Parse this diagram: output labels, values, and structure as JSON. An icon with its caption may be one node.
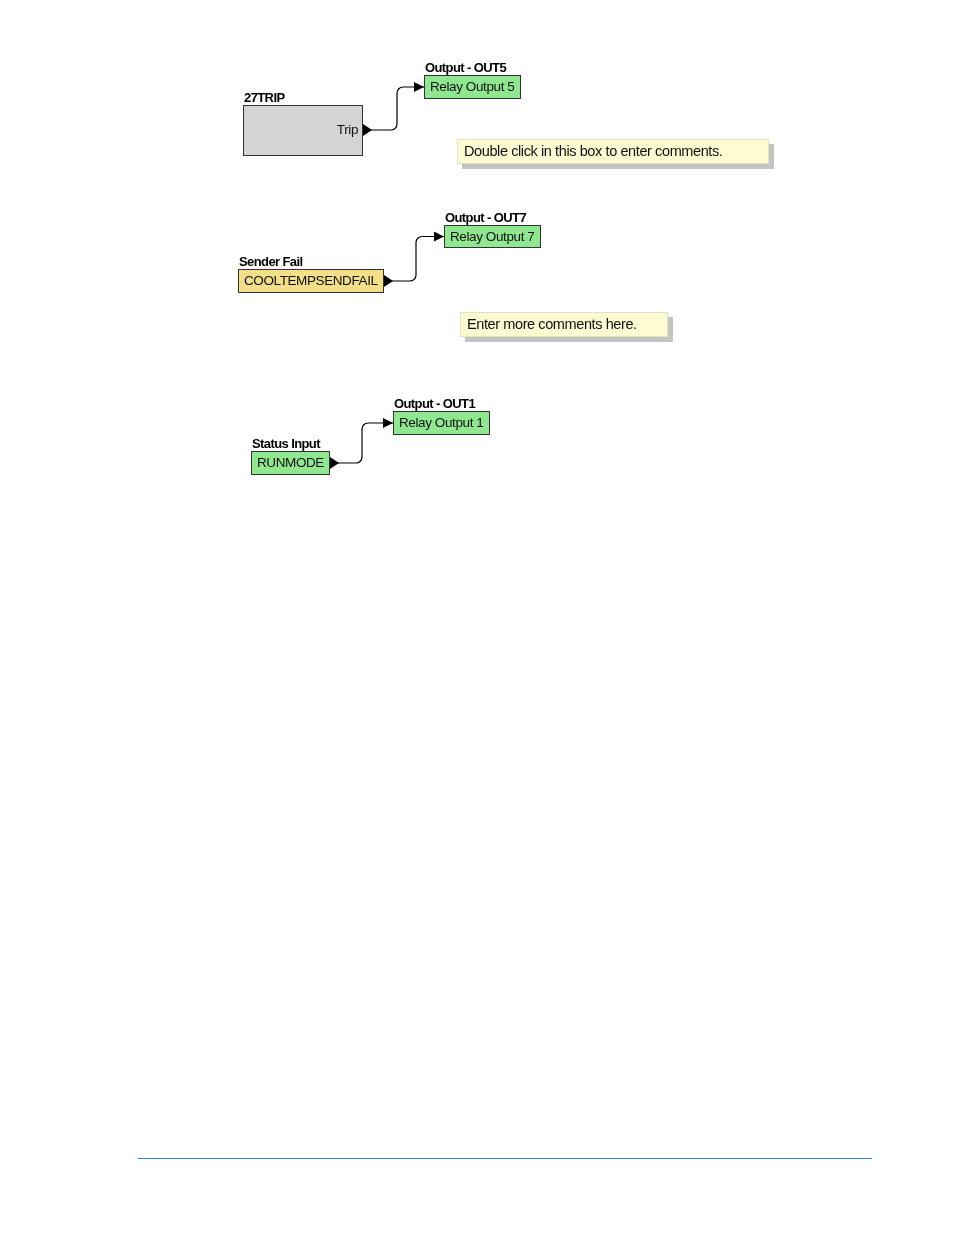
{
  "diagram": {
    "nodes": [
      {
        "text": [
          "Output - OUT5",
          "Relay Output 5"
        ]
      },
      {
        "text": [
          "27TRIP",
          "Trip"
        ]
      },
      {
        "text": [
          "Double click in this box to enter comments."
        ]
      },
      {
        "text": [
          "Output - OUT7",
          "Relay Output 7"
        ]
      },
      {
        "text": [
          "Sender Fail",
          "COOLTEMPSENDFAIL"
        ]
      },
      {
        "text": [
          "Enter more comments here."
        ]
      },
      {
        "text": [
          "Output - OUT1",
          "Relay Output 1"
        ]
      },
      {
        "text": [
          "Status Input",
          "RUNMODE"
        ]
      }
    ],
    "edges": [
      {
        "from": 1,
        "to": 0,
        "arrow": "to"
      },
      {
        "from": 4,
        "to": 3,
        "arrow": "to"
      },
      {
        "from": 7,
        "to": 6,
        "arrow": "to"
      }
    ]
  }
}
